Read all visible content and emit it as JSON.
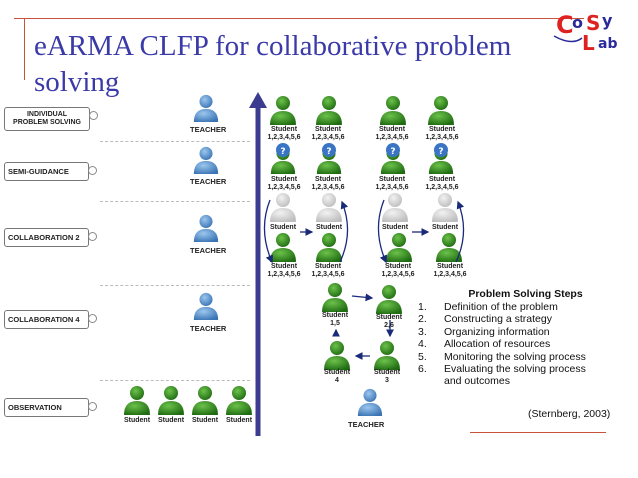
{
  "title": "eARMA CLFP for collaborative problem solving",
  "logo": {
    "text": "CoSy Lab",
    "primary_color": "#d22",
    "secondary_color": "#2a2a9a"
  },
  "levels": [
    {
      "label_line1": "INDIVIDUAL",
      "label_line2": "PROBLEM SOLVING",
      "teacher": "TEACHER"
    },
    {
      "label_line1": "SEMI-GUIDANCE",
      "label_line2": "",
      "teacher": "TEACHER"
    },
    {
      "label_line1": "COLLABORATION 2",
      "label_line2": "",
      "teacher": "TEACHER"
    },
    {
      "label_line1": "COLLABORATION 4",
      "label_line2": "",
      "teacher": "TEACHER"
    },
    {
      "label_line1": "OBSERVATION",
      "label_line2": "",
      "teacher": "TEACHER"
    }
  ],
  "students": {
    "name": "Student",
    "all_steps": "1,2,3,4,5,6",
    "collab2_alt": "1,2,3,4,5,6",
    "collab4": [
      {
        "name": "Student",
        "steps": "1,5"
      },
      {
        "name": "Student",
        "steps": "2,6"
      },
      {
        "name": "Student",
        "steps": "4"
      },
      {
        "name": "Student",
        "steps": "3"
      }
    ]
  },
  "problem_solving": {
    "title": "Problem Solving Steps",
    "steps": [
      {
        "num": "1.",
        "text": "Definition of the problem"
      },
      {
        "num": "2.",
        "text": "Constructing a strategy"
      },
      {
        "num": "3.",
        "text": "Organizing information"
      },
      {
        "num": "4.",
        "text": "Allocation of resources"
      },
      {
        "num": "5.",
        "text": "Monitoring the solving process"
      },
      {
        "num": "6.",
        "text": "Evaluating the solving process"
      },
      {
        "num": "",
        "text": "and outcomes"
      }
    ],
    "citation": "(Sternberg, 2003)"
  },
  "colors": {
    "title": "#3a3aa8",
    "accent_line": "#c9523a",
    "student": "#2f8a1e",
    "teacher": "#4f8cc9",
    "axis": "#3b3b8f"
  }
}
